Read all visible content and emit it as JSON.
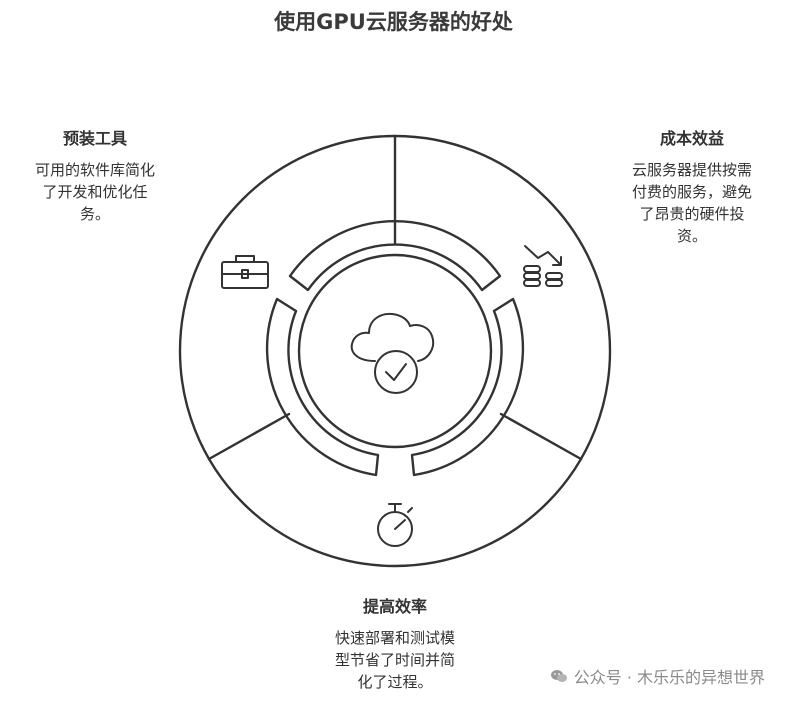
{
  "title": "使用GPU云服务器的好处",
  "sections": [
    {
      "heading": "预装工具",
      "description_lines": [
        "可用的软件库简化",
        "了开发和优化任",
        "务。"
      ],
      "icon": "toolbox-icon"
    },
    {
      "heading": "成本效益",
      "description_lines": [
        "云服务器提供按需",
        "付费的服务，避免",
        "了昂贵的硬件投",
        "资。"
      ],
      "icon": "cost-down-coins-icon"
    },
    {
      "heading": "提高效率",
      "description_lines": [
        "快速部署和测试模",
        "型节省了时间并简",
        "化了过程。"
      ],
      "icon": "stopwatch-icon"
    }
  ],
  "center_icon": "cloud-check-icon",
  "watermark": {
    "text": "公众号 · 木乐乐的异想世界",
    "icon": "wechat-icon"
  },
  "colors": {
    "stroke": "#333333",
    "text": "#333333",
    "watermark": "#8a8a8a"
  }
}
